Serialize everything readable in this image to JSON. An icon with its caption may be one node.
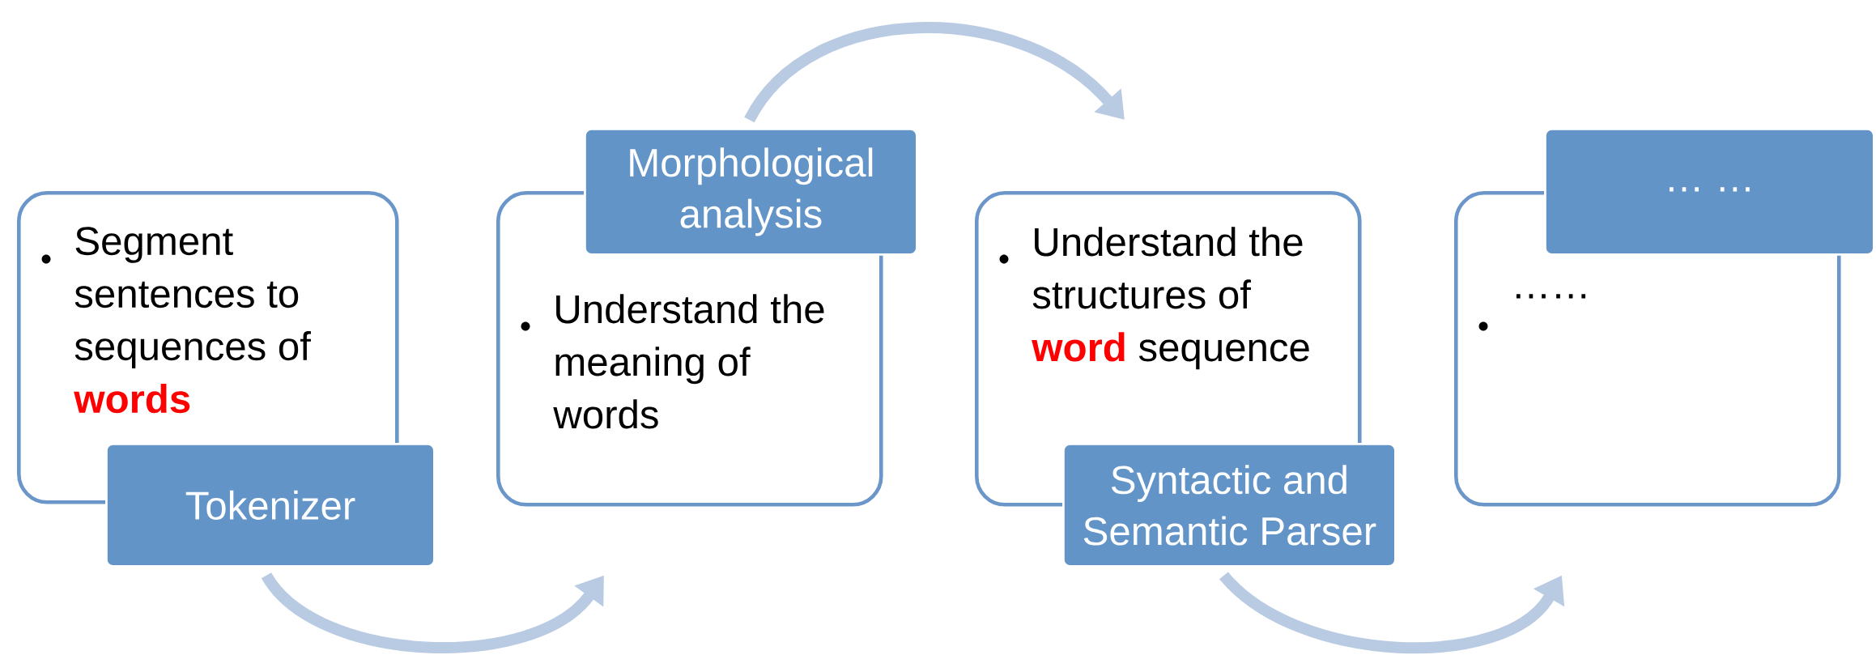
{
  "diagram": {
    "nodes": [
      {
        "text": [
          "Segment sentences to sequences of **words**"
        ]
      },
      {
        "text": [
          "Tokenizer"
        ]
      },
      {
        "text": [
          "Understand the meaning of words"
        ]
      },
      {
        "text": [
          "Morphological analysis"
        ]
      },
      {
        "text": [
          "Understand the structures of **word** sequence"
        ]
      },
      {
        "text": [
          "Syntactic and Semantic Parser"
        ]
      },
      {
        "text": [
          "……"
        ]
      },
      {
        "text": [
          "… …"
        ]
      }
    ],
    "edges": [
      {
        "from": 1,
        "to": 2,
        "arrow": "to"
      },
      {
        "from": 3,
        "to": 4,
        "arrow": "to"
      },
      {
        "from": 5,
        "to": 6,
        "arrow": "to"
      }
    ]
  }
}
